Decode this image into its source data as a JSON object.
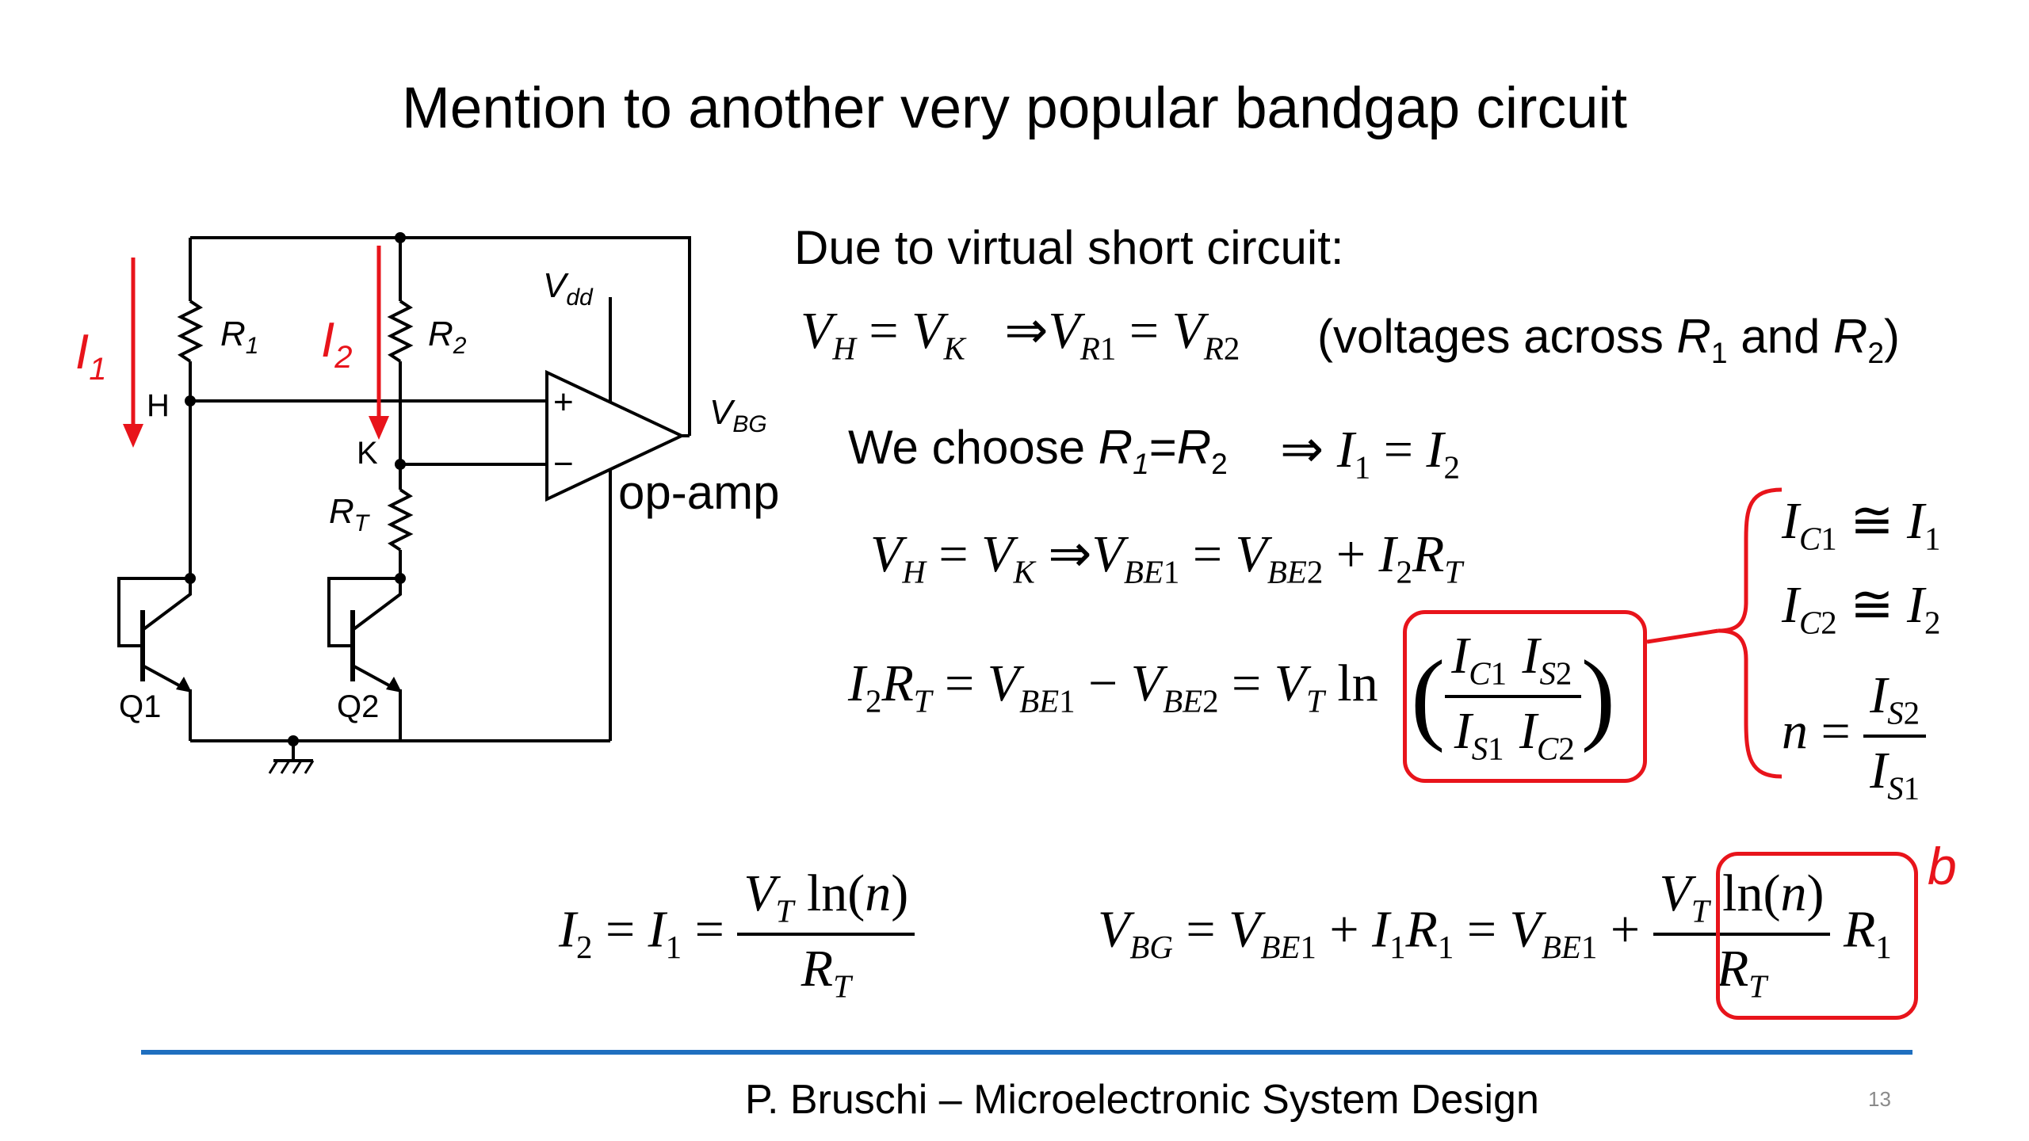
{
  "slide": {
    "title": "Mention to another very popular bandgap circuit",
    "page_number": "13",
    "footer": "P. Bruschi – Microelectronic System Design"
  },
  "circuit": {
    "labels": {
      "i1": "I",
      "i1_sub": "1",
      "i2": "I",
      "i2_sub": "2",
      "r1": "R",
      "r1_sub": "1",
      "r2": "R",
      "r2_sub": "2",
      "rt": "R",
      "rt_sub": "T",
      "vdd": "V",
      "vdd_sub": "dd",
      "vbg": "V",
      "vbg_sub": "BG",
      "node_h": "H",
      "node_k": "K",
      "q1": "Q1",
      "q2": "Q2",
      "plus": "+",
      "minus": "−",
      "opamp": "op-amp"
    },
    "colors": {
      "arrow": "#e8141b",
      "wire": "#000000"
    }
  },
  "text": {
    "virtual_short": "Due to virtual short circuit:",
    "voltages_note_prefix": "(voltages across ",
    "voltages_note_and": " and ",
    "voltages_note_suffix": ")",
    "we_choose": "We choose ",
    "b_label": "b"
  },
  "colors": {
    "accent_red": "#e8141b",
    "footer_line": "#1f6fbf"
  }
}
